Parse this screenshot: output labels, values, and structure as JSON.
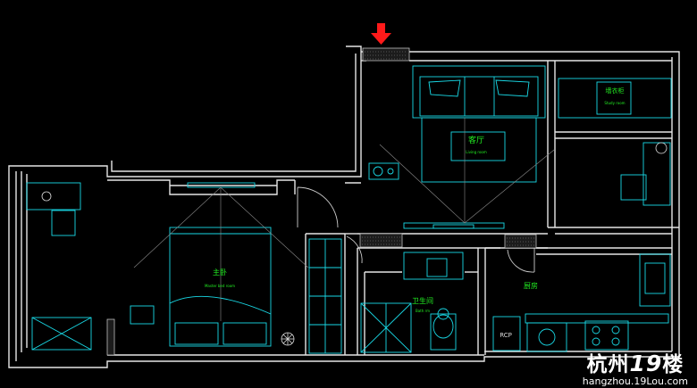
{
  "rooms": {
    "living": {
      "cn": "客厅",
      "en": "Living room"
    },
    "master": {
      "cn": "主卧",
      "en": "Master bed room"
    },
    "study": {
      "cn": "墙衣柜",
      "en": "Study room"
    },
    "bath": {
      "cn": "卫生间",
      "en": "Bath rm"
    },
    "kitchen": {
      "cn": "厨房"
    },
    "rcp": "RCP"
  },
  "watermark": {
    "brand": "杭州",
    "num": "19",
    "suffix": "楼",
    "url": "hangzhou.19Lou.com"
  },
  "colors": {
    "wall": "#e6e6e6",
    "furniture": "#19d9e6",
    "label": "#22ee22",
    "arrow": "#ff1a1a",
    "door": "#cccccc"
  },
  "icons": [
    "entrance-arrow-icon",
    "stove-icon",
    "washing-machine-icon",
    "toilet-icon",
    "shower-icon"
  ]
}
